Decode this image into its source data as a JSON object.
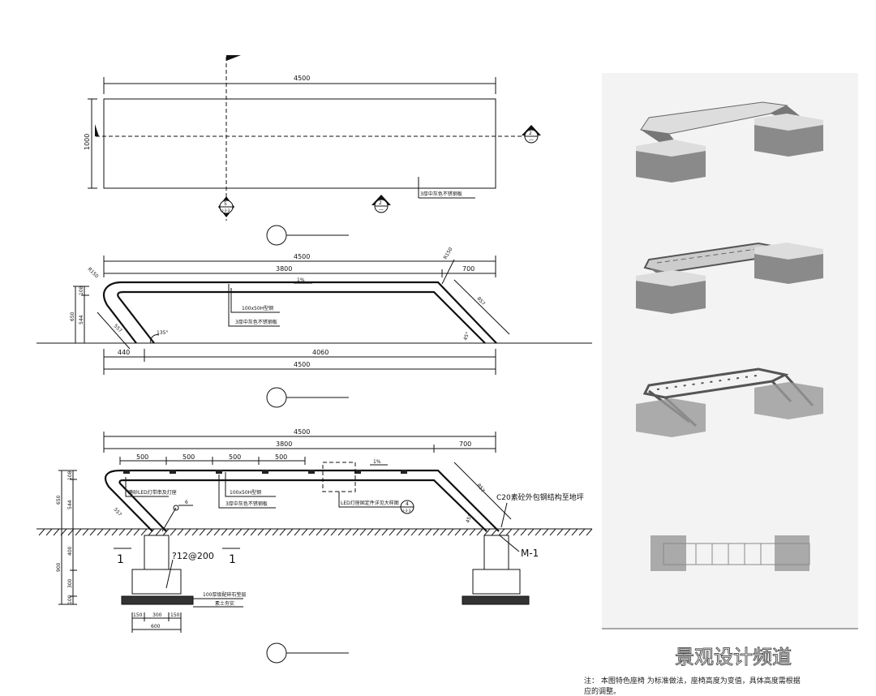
{
  "plan": {
    "dim_length": "4500",
    "dim_width": "1000",
    "material_label": "3厚中灰色不锈钢板",
    "marker_1": {
      "top": "5",
      "bottom": "LJ-3-3"
    },
    "marker_2": {
      "top": "2",
      "bottom": "—"
    },
    "marker_3": {
      "top": "2",
      "bottom": "—"
    }
  },
  "elevation": {
    "dim_total": "4500",
    "dim_seat": "3800",
    "dim_end": "700",
    "slope": "1%",
    "radius_left": "R150",
    "radius_right": "R150",
    "dim_height": "650",
    "dim_top": "108",
    "dim_leg_height": "544",
    "dim_leg_left": "557",
    "dim_leg_right": "857",
    "angle_left": "135°",
    "angle_right": "45°",
    "dim_bottom_left": "440",
    "dim_bottom_mid": "4060",
    "dim_bottom_total": "4500",
    "label_steel": "100x50H型钢",
    "label_plate": "3厚中灰色不锈钢板"
  },
  "section": {
    "dim_total": "4500",
    "dim_seat": "3800",
    "dim_end": "700",
    "spacing": [
      "500",
      "500",
      "500",
      "500"
    ],
    "slope": "1%",
    "dim_height": "650",
    "dim_top": "108",
    "dim_leg_height": "544",
    "dim_below": "900",
    "dim_pier": "400",
    "dim_base": "300",
    "dim_gravel": "100",
    "dim_leg_left": "557",
    "dim_leg_right": "857",
    "angle": "45°",
    "label_led": "磨砂LED灯带串及灯座",
    "label_steel": "100x50H型钢",
    "label_plate": "3厚中灰色不锈钢板",
    "label_led_detail": "LED灯座固定件详见大样图",
    "label_concrete": "C20素砼外包钢结构至地坪",
    "label_rebar": "?12@200",
    "label_weld": "6",
    "label_embed": "M-1",
    "label_gravel": "100厚级配碎石垫层",
    "label_soil": "素土夯实",
    "section_mark": "1",
    "foot_dims": [
      "150",
      "300",
      "150"
    ],
    "foot_total": "600",
    "detail_marker": {
      "top": "4",
      "bottom": "LJ-3-3"
    }
  },
  "watermark": "景观设计频道",
  "note": {
    "line1": "注：   本图特色座椅       为标准做法，座椅高度为变值，具体高度需根据",
    "line2": "应的调整。"
  }
}
